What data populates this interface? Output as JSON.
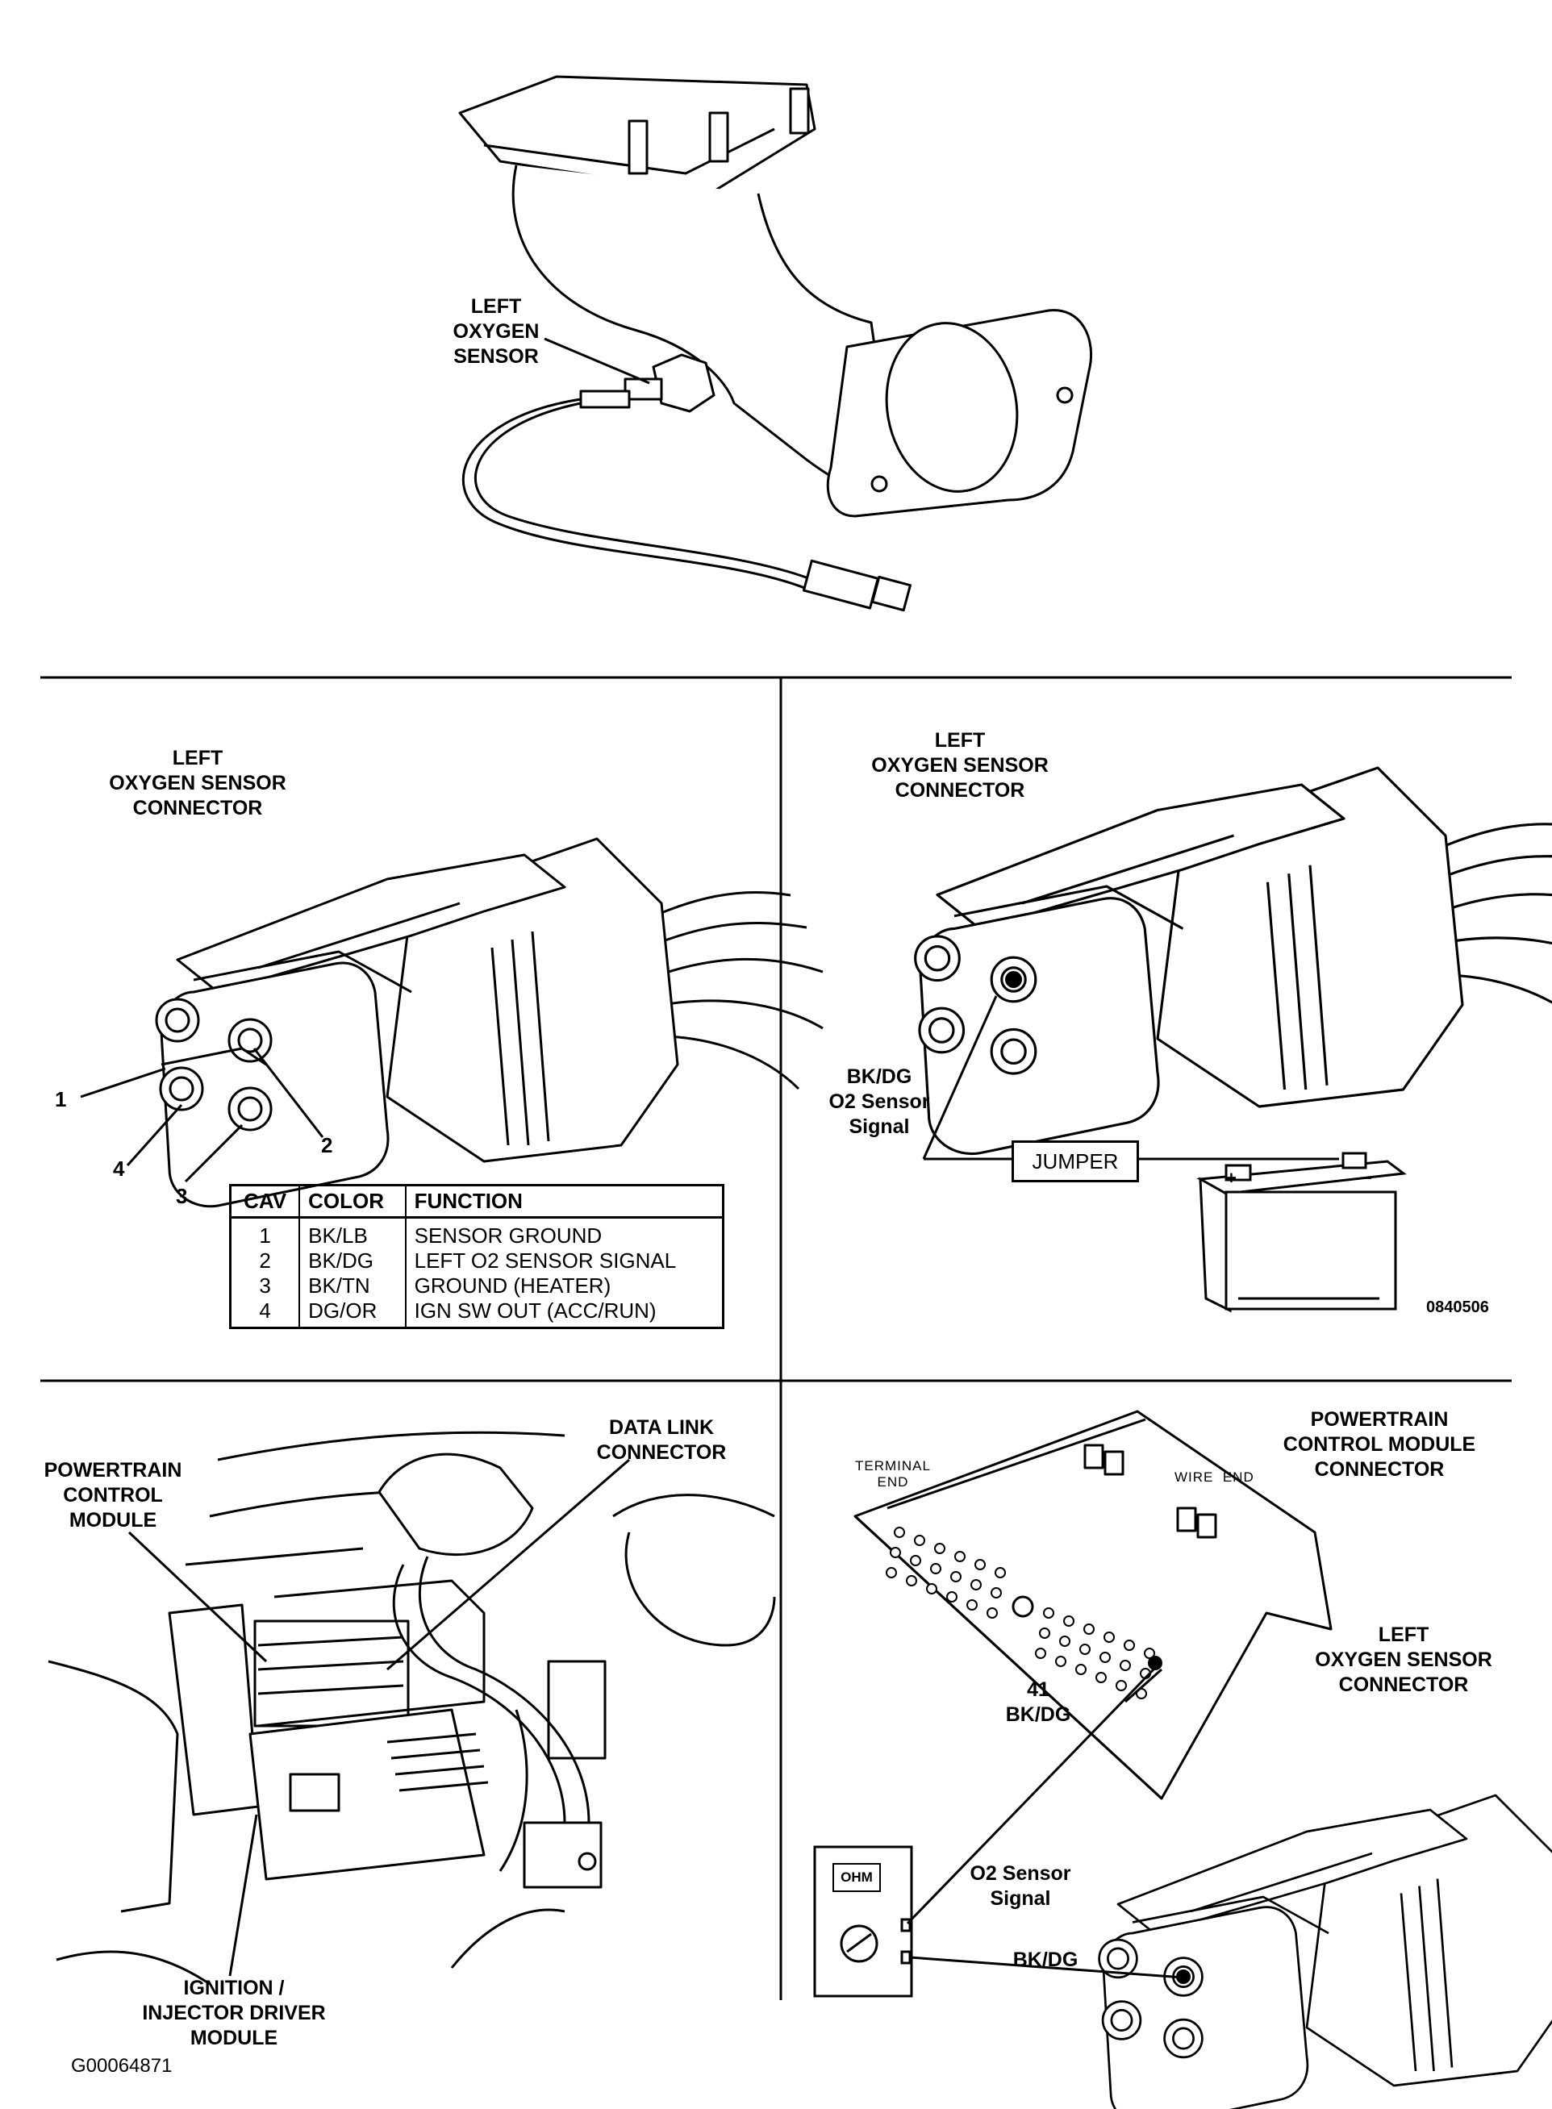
{
  "top": {
    "sensor_label": "LEFT\nOXYGEN\nSENSOR"
  },
  "connector_pinout": {
    "title": "LEFT\nOXYGEN SENSOR\nCONNECTOR",
    "pins": [
      "1",
      "2",
      "3",
      "4"
    ],
    "table": {
      "headers": [
        "CAV",
        "COLOR",
        "FUNCTION"
      ],
      "rows": [
        [
          "1",
          "BK/LB",
          "SENSOR GROUND"
        ],
        [
          "2",
          "BK/DG",
          "LEFT O2 SENSOR SIGNAL"
        ],
        [
          "3",
          "BK/TN",
          "GROUND (HEATER)"
        ],
        [
          "4",
          "DG/OR",
          "IGN SW OUT (ACC/RUN)"
        ]
      ]
    }
  },
  "jumper_test": {
    "title": "LEFT\nOXYGEN SENSOR\nCONNECTOR",
    "wire_label": "BK/DG\nO2 Sensor\nSignal",
    "jumper_label": "JUMPER",
    "battery_plus": "+",
    "battery_minus": "−",
    "code": "0840506"
  },
  "engine_bay": {
    "pcm_label": "POWERTRAIN\nCONTROL\nMODULE",
    "dlc_label": "DATA LINK\nCONNECTOR",
    "driver_label": "IGNITION /\nINJECTOR DRIVER\nMODULE"
  },
  "pcm_test": {
    "pcm_connector_label": "POWERTRAIN\nCONTROL MODULE\nCONNECTOR",
    "terminal_end": "TERMINAL\nEND",
    "wire_end": "WIRE  END",
    "pin_label": "41\nBK/DG",
    "sensor_connector_label": "LEFT\nOXYGEN SENSOR\nCONNECTOR",
    "signal_label": "O2 Sensor\nSignal",
    "signal_wire": "BK/DG",
    "meter_display": "OHM"
  },
  "figure_code": "G00064871"
}
